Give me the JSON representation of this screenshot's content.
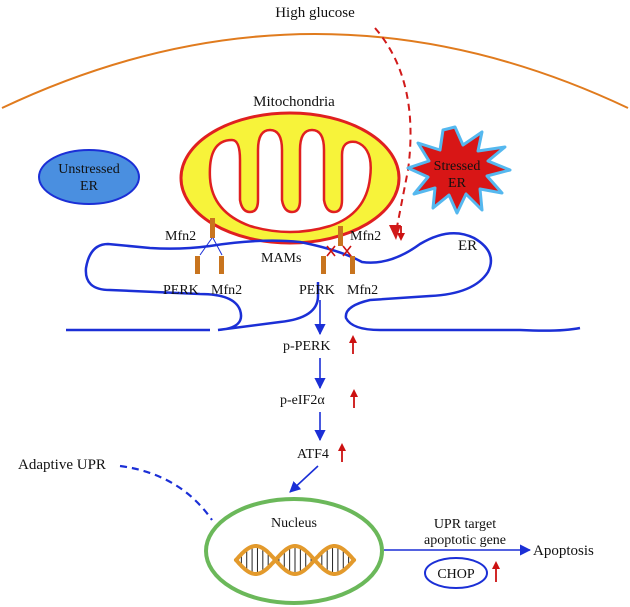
{
  "colors": {
    "membrane": "#e07b1e",
    "dashed_red": "#d11a1a",
    "er_blue": "#1b2fd6",
    "mito_outer": "#e02020",
    "mito_fill": "#f7f33a",
    "unstressed_fill": "#4a8fe0",
    "stressed_fill": "#d81616",
    "stressed_burst": "#55b8ef",
    "mfn2_bar": "#c8741e",
    "nucleus": "#6bb85a",
    "dna": "#e39a2c",
    "up_arrow": "#cc1111"
  },
  "labels": {
    "high_glucose": "High glucose",
    "mitochondria": "Mitochondria",
    "unstressed_er_line1": "Unstressed",
    "unstressed_er_line2": "ER",
    "stressed_er_line1": "Stressed",
    "stressed_er_line2": "ER",
    "mfn2_left": "Mfn2",
    "mfn2_right": "Mfn2",
    "mams": "MAMs",
    "er": "ER",
    "perk_left": "PERK",
    "mfn2_left_bottom": "Mfn2",
    "perk_right": "PERK",
    "mfn2_right_bottom": "Mfn2",
    "p_perk": "p-PERK",
    "p_eif2a": "p-eIF2α",
    "atf4": "ATF4",
    "adaptive_upr": "Adaptive UPR",
    "nucleus": "Nucleus",
    "upr_target_line1": "UPR target",
    "upr_target_line2": "apoptotic gene",
    "apoptosis": "Apoptosis",
    "chop": "CHOP"
  }
}
